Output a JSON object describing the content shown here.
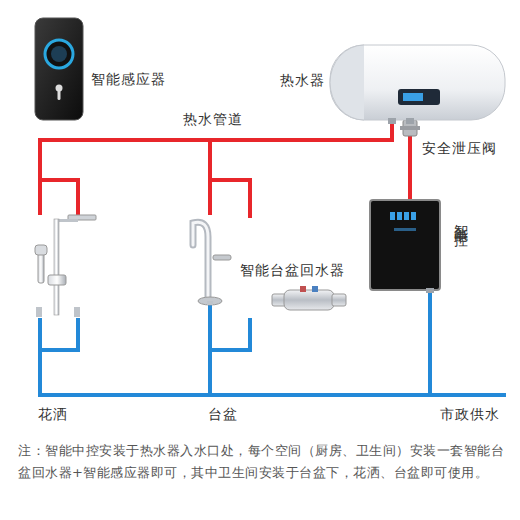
{
  "diagram": {
    "nodes": [
      {
        "text": [
          "智能感应器"
        ]
      },
      {
        "text": [
          "热水器"
        ]
      },
      {
        "text": [
          "智能中控"
        ]
      },
      {
        "text": [
          "智能台盆回水器"
        ]
      },
      {
        "text": [
          "花洒"
        ]
      },
      {
        "text": [
          "台盆"
        ]
      }
    ],
    "edges": [
      {
        "from": 1,
        "to": 4,
        "arrow": "none"
      },
      {
        "from": 1,
        "to": 5,
        "arrow": "none"
      },
      {
        "from": 2,
        "to": 1,
        "arrow": "none"
      },
      {
        "from": 2,
        "to": 4,
        "arrow": "none"
      },
      {
        "from": 2,
        "to": 5,
        "arrow": "none"
      }
    ],
    "labels": [
      "热水管道",
      "安全泄压阀",
      "市政供水",
      "注：智能中控安装于热水器入水口处，每个空间（厨房、卫生间）安装一套智能台盆回水器+智能感应器即可，其中卫生间安装于台盆下，花洒、台盆即可使用。"
    ]
  }
}
